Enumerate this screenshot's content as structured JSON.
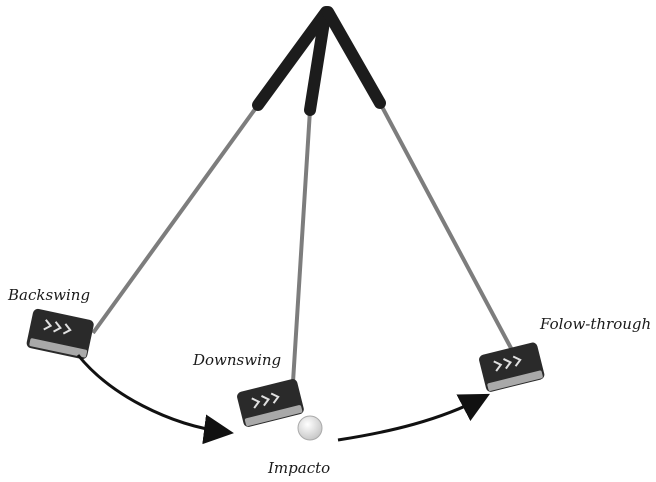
{
  "labels": {
    "backswing": "Backswing",
    "downswing": "Downswing",
    "follow_through": "Folow-through",
    "impact": "Impacto"
  },
  "colors": {
    "grip": "#1c1c1c",
    "shaft": "#8a8a8a",
    "head": "#2a2a2a",
    "ball": "#e6e6e6",
    "arrow": "#111111"
  }
}
